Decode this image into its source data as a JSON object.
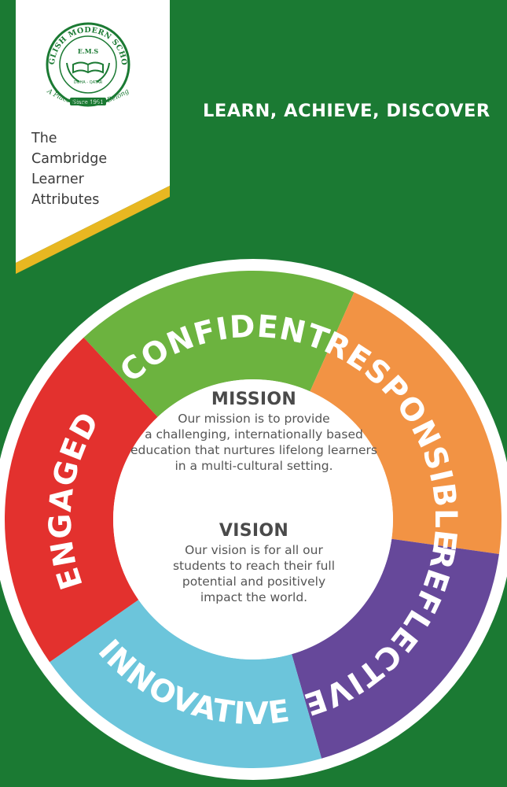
{
  "header": {
    "logo_name": "ENGLISH MODERN SCHOOL",
    "logo_initials": "E.M.S",
    "logo_location": "DOHA - QATAR",
    "logo_since": "Since 1991",
    "logo_motto": "\"A Place Where We Belong\"",
    "attributes_lines": [
      "The",
      "Cambridge",
      "Learner",
      "Attributes"
    ],
    "tagline": "LEARN, ACHIEVE, DISCOVER"
  },
  "wheel": {
    "segments": [
      {
        "label": "CONFIDENT",
        "color": "#6cb33f"
      },
      {
        "label": "RESPONSIBLE",
        "color": "#f29344"
      },
      {
        "label": "REFLECTIVE",
        "color": "#66489a"
      },
      {
        "label": "INNOVATIVE",
        "color": "#6cc5db"
      },
      {
        "label": "ENGAGED",
        "color": "#e3312e"
      }
    ]
  },
  "mission": {
    "title": "MISSION",
    "lines": [
      "Our mission is to provide",
      "a challenging, internationally based",
      "education that nurtures lifelong learners",
      "in a multi-cultural setting."
    ]
  },
  "vision": {
    "title": "VISION",
    "lines": [
      "Our vision is for all our",
      "students to reach their full",
      "potential and positively",
      "impact the world."
    ]
  },
  "colors": {
    "background": "#1b7a33",
    "banner": "#ffffff",
    "banner_accent": "#e8b721"
  }
}
